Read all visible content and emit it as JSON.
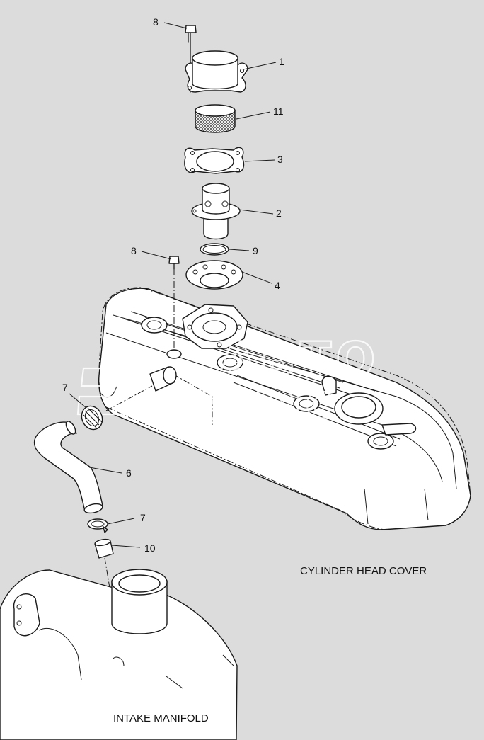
{
  "callouts": [
    {
      "id": "8a",
      "label": "8"
    },
    {
      "id": "1",
      "label": "1"
    },
    {
      "id": "11",
      "label": "11"
    },
    {
      "id": "3",
      "label": "3"
    },
    {
      "id": "2",
      "label": "2"
    },
    {
      "id": "8b",
      "label": "8"
    },
    {
      "id": "9",
      "label": "9"
    },
    {
      "id": "4",
      "label": "4"
    },
    {
      "id": "7a",
      "label": "7"
    },
    {
      "id": "6",
      "label": "6"
    },
    {
      "id": "7b",
      "label": "7"
    },
    {
      "id": "10",
      "label": "10"
    }
  ],
  "captions": {
    "cylinder_head_cover": "CYLINDER HEAD COVER",
    "intake_manifold": "INTAKE MANIFOLD"
  },
  "watermark": {
    "line1": "ABTO",
    "line2": "AADIC"
  },
  "colors": {
    "background": "#dcdcdc",
    "line": "#1a1a1a",
    "part_fill": "#ffffff"
  }
}
